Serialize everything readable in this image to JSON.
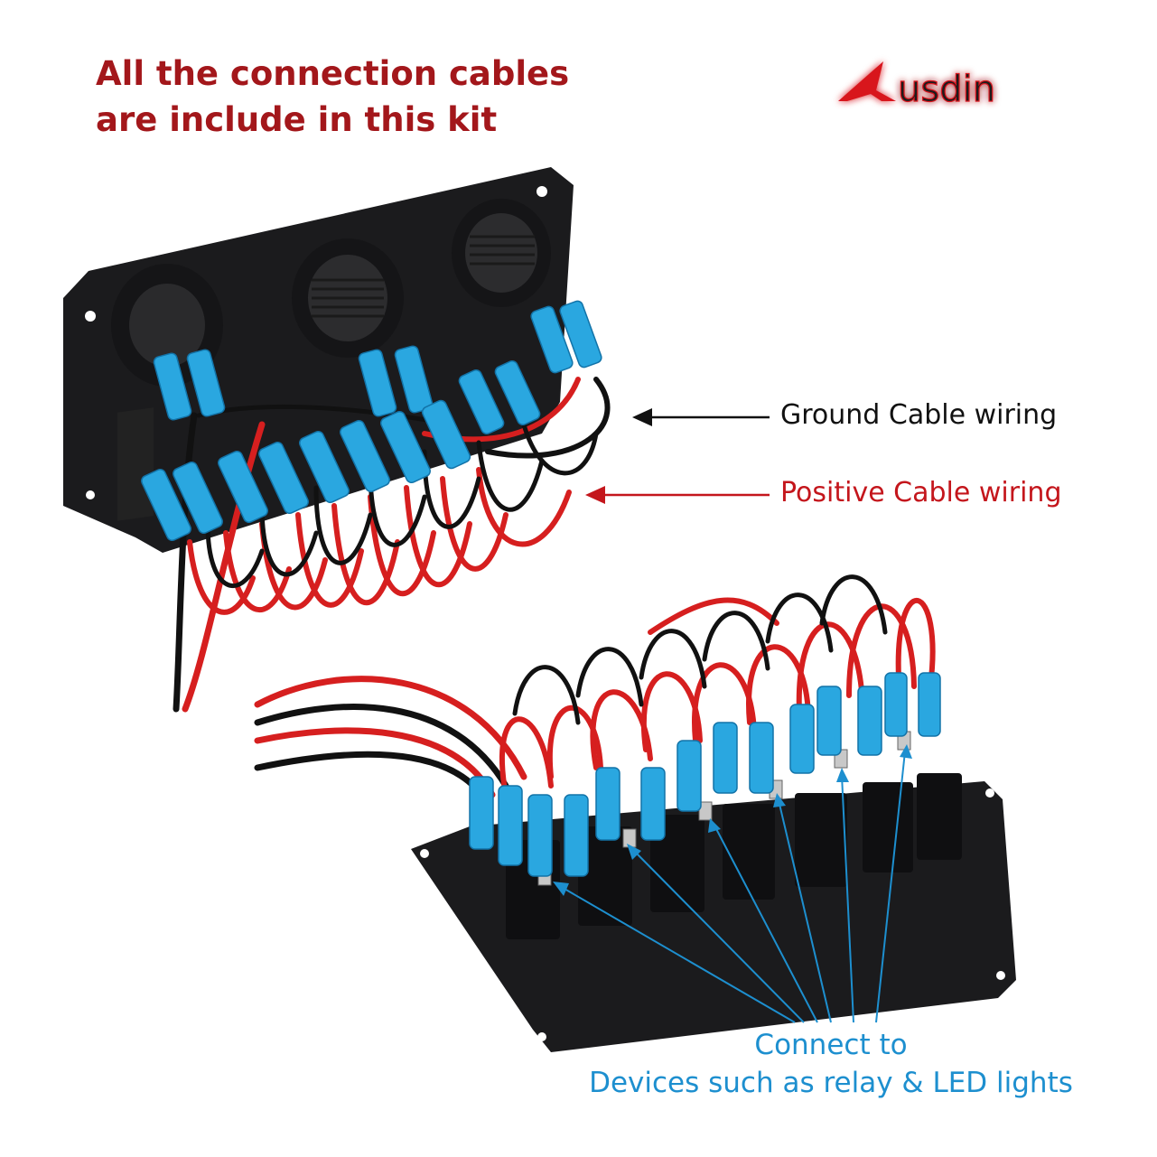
{
  "headline": {
    "line1": "All the connection cables",
    "line2": "are include in this kit"
  },
  "brand": {
    "name": "Ausdin"
  },
  "callouts": {
    "ground": "Ground Cable wiring",
    "positive": "Positive Cable wiring",
    "connect_line1": "Connect to",
    "connect_line2": "Devices such as relay & LED lights"
  },
  "colors": {
    "headline": "#a3171b",
    "brand_red": "#d8121f",
    "ground_text": "#111111",
    "positive_text": "#c4161c",
    "connect_text": "#1d8fcf",
    "connector_blue": "#2aa7e0",
    "panel": "#1b1b1d"
  }
}
